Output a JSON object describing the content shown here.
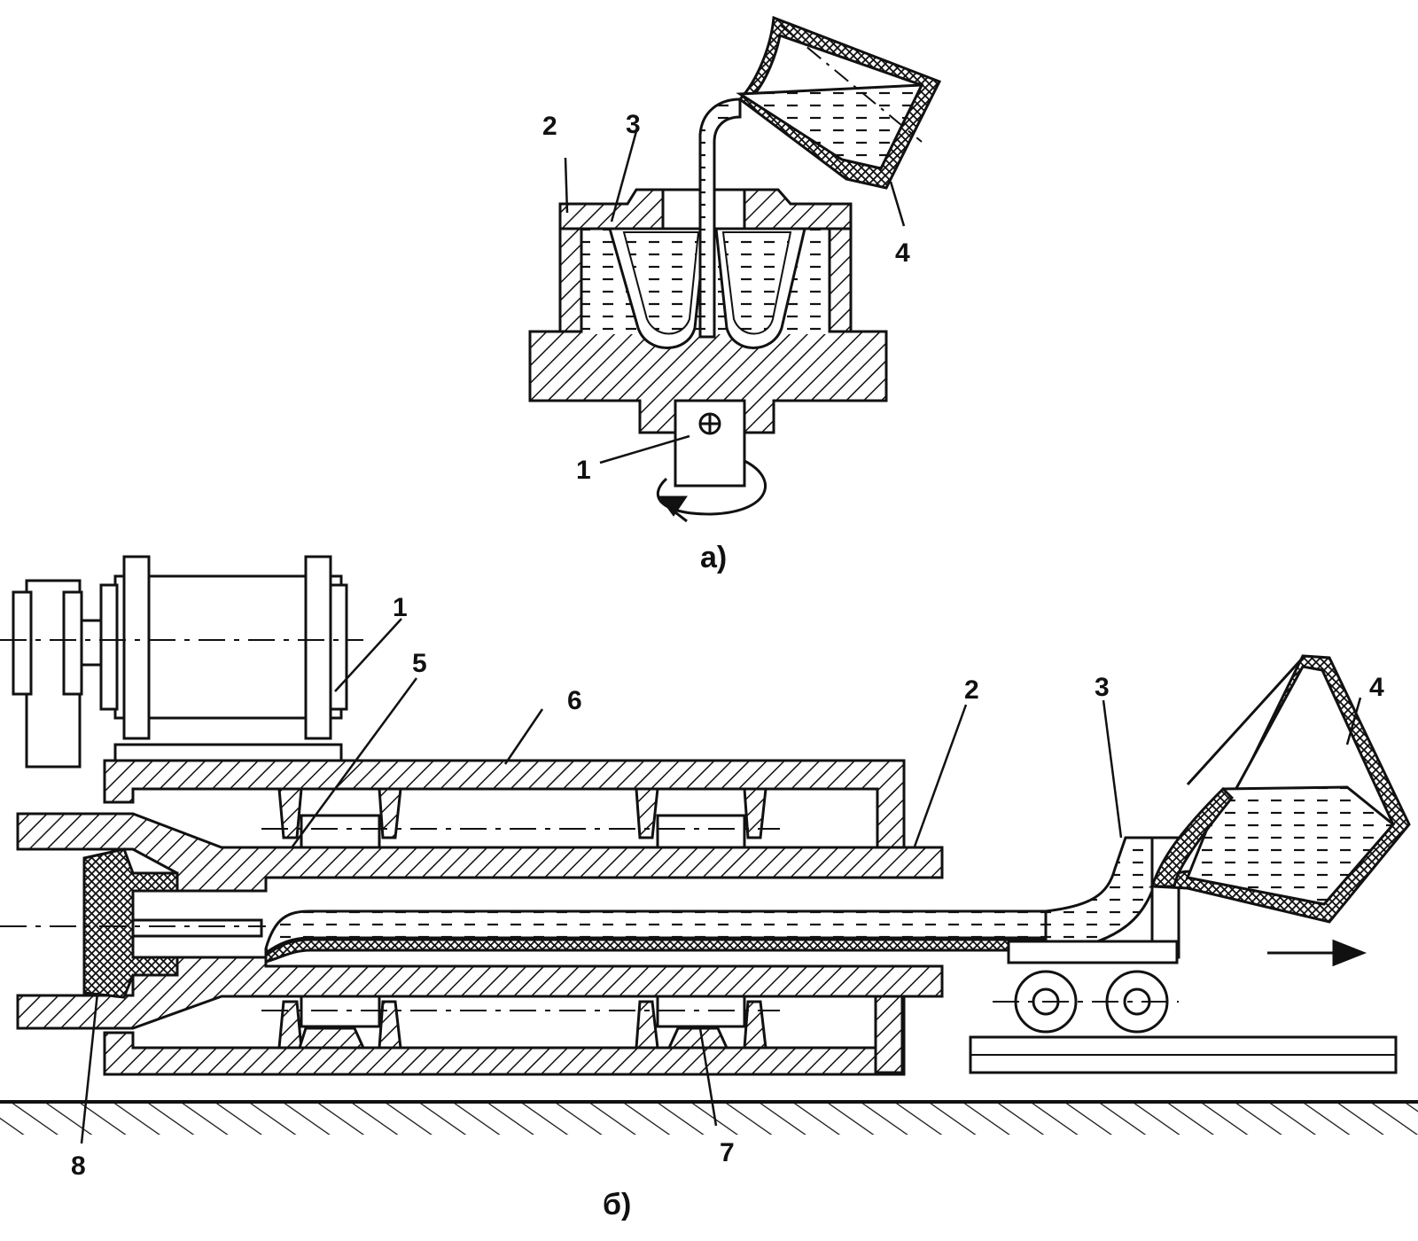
{
  "figure_a": {
    "caption": "а)",
    "labels": {
      "one": "1",
      "two": "2",
      "three": "3",
      "four": "4"
    }
  },
  "figure_b": {
    "caption": "б)",
    "labels": {
      "one": "1",
      "two": "2",
      "three": "3",
      "four": "4",
      "five": "5",
      "six": "6",
      "seven": "7",
      "eight": "8"
    }
  },
  "colors": {
    "ink": "#111111",
    "paper": "#ffffff"
  }
}
